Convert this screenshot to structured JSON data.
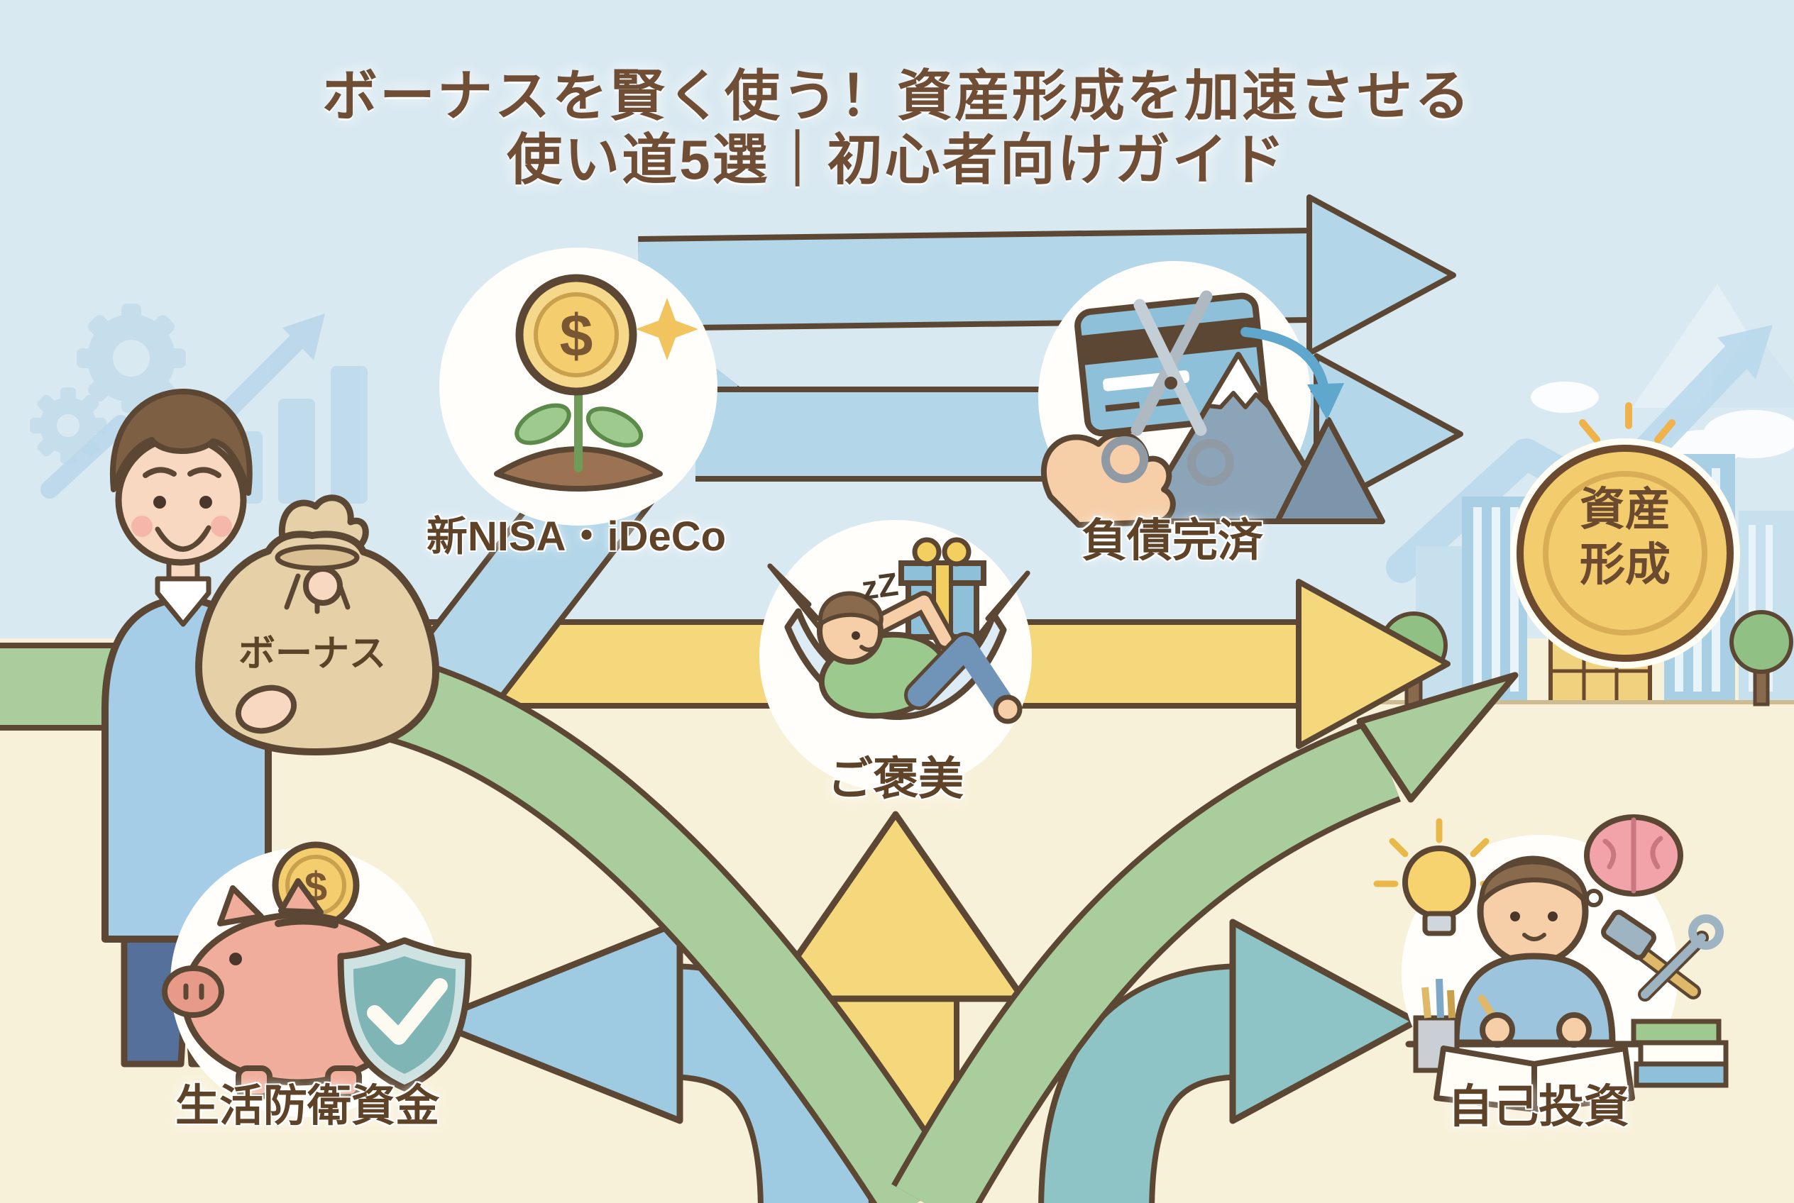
{
  "title": {
    "line1": "ボーナスを賢く使う！資産形成を加速させる",
    "line2": "使い道5選｜初心者向けガイド"
  },
  "bonus_bag": {
    "label": "ボーナス"
  },
  "destinations": {
    "nisa_ideco": {
      "label": "新NISA・iDeCo",
      "icon": "coin-plant-icon"
    },
    "debt_payoff": {
      "label": "負債完済",
      "icon": "cut-credit-card-icon"
    },
    "reward": {
      "label": "ご褒美",
      "icon": "hammock-rest-icon",
      "sleep_text": "zZ"
    },
    "emergency_fund": {
      "label": "生活防衛資金",
      "icon": "piggy-bank-shield-icon"
    },
    "self_investment": {
      "label": "自己投資",
      "icon": "study-desk-icon"
    }
  },
  "goal_coin": {
    "line1": "資産",
    "line2": "形成"
  },
  "icon_text": {
    "currency_symbol": "$"
  },
  "colors": {
    "sky": "#d9e9f1",
    "ground": "#f8f1da",
    "title_text": "#6f4e35",
    "label_text": "#5f4329",
    "arrow_blue": "#b3d6e8",
    "arrow_yellow": "#f6d87c",
    "arrow_green": "#a9cd9c",
    "arrow_teal": "#8ec4c6",
    "outline_brown": "#5b4733",
    "coin_gold": "#f2cc6d"
  }
}
